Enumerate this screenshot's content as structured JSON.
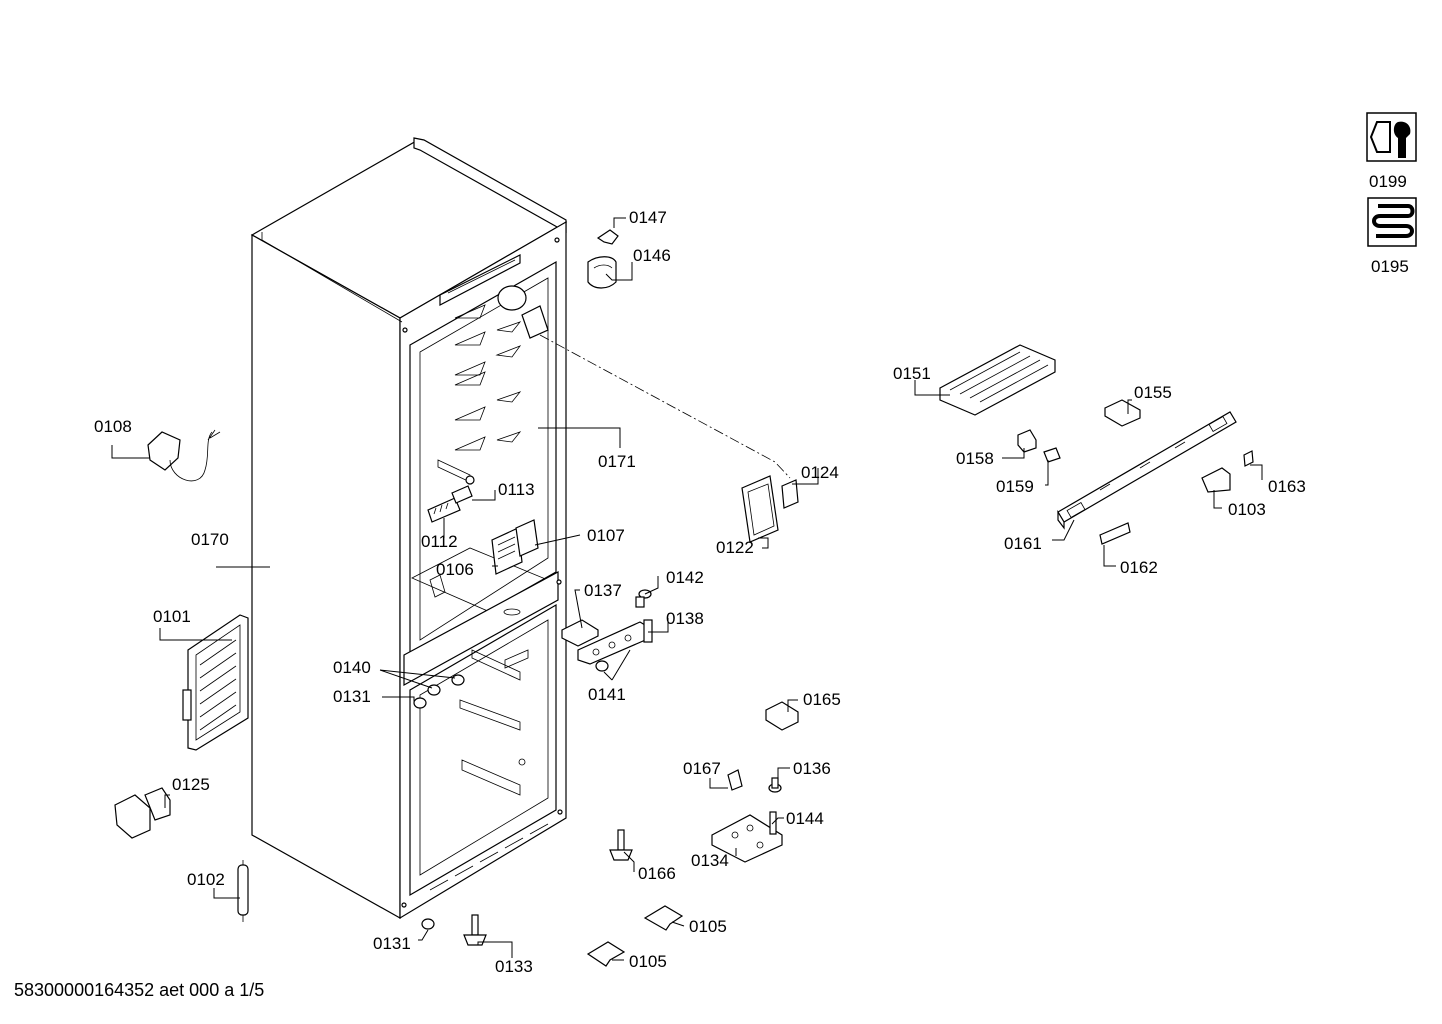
{
  "labels": {
    "p0147": "0147",
    "p0146": "0146",
    "p0199": "0199",
    "p0195": "0195",
    "p0151": "0151",
    "p0155": "0155",
    "p0108": "0108",
    "p0171": "0171",
    "p0124": "0124",
    "p0158": "0158",
    "p0159": "0159",
    "p0163": "0163",
    "p0113": "0113",
    "p0103": "0103",
    "p0107": "0107",
    "p0170": "0170",
    "p0112": "0112",
    "p0122": "0122",
    "p0161": "0161",
    "p0106": "0106",
    "p0162": "0162",
    "p0137": "0137",
    "p0142": "0142",
    "p0101": "0101",
    "p0138": "0138",
    "p0140": "0140",
    "p0131a": "0131",
    "p0141": "0141",
    "p0165": "0165",
    "p0167": "0167",
    "p0136": "0136",
    "p0125": "0125",
    "p0144": "0144",
    "p0134": "0134",
    "p0166": "0166",
    "p0102": "0102",
    "p0105a": "0105",
    "p0131b": "0131",
    "p0133": "0133",
    "p0105b": "0105"
  },
  "footer": "58300000164352 aet 000 a 1/5",
  "icons": [
    "tool-wrench-icon",
    "refrigerant-coil-icon"
  ]
}
